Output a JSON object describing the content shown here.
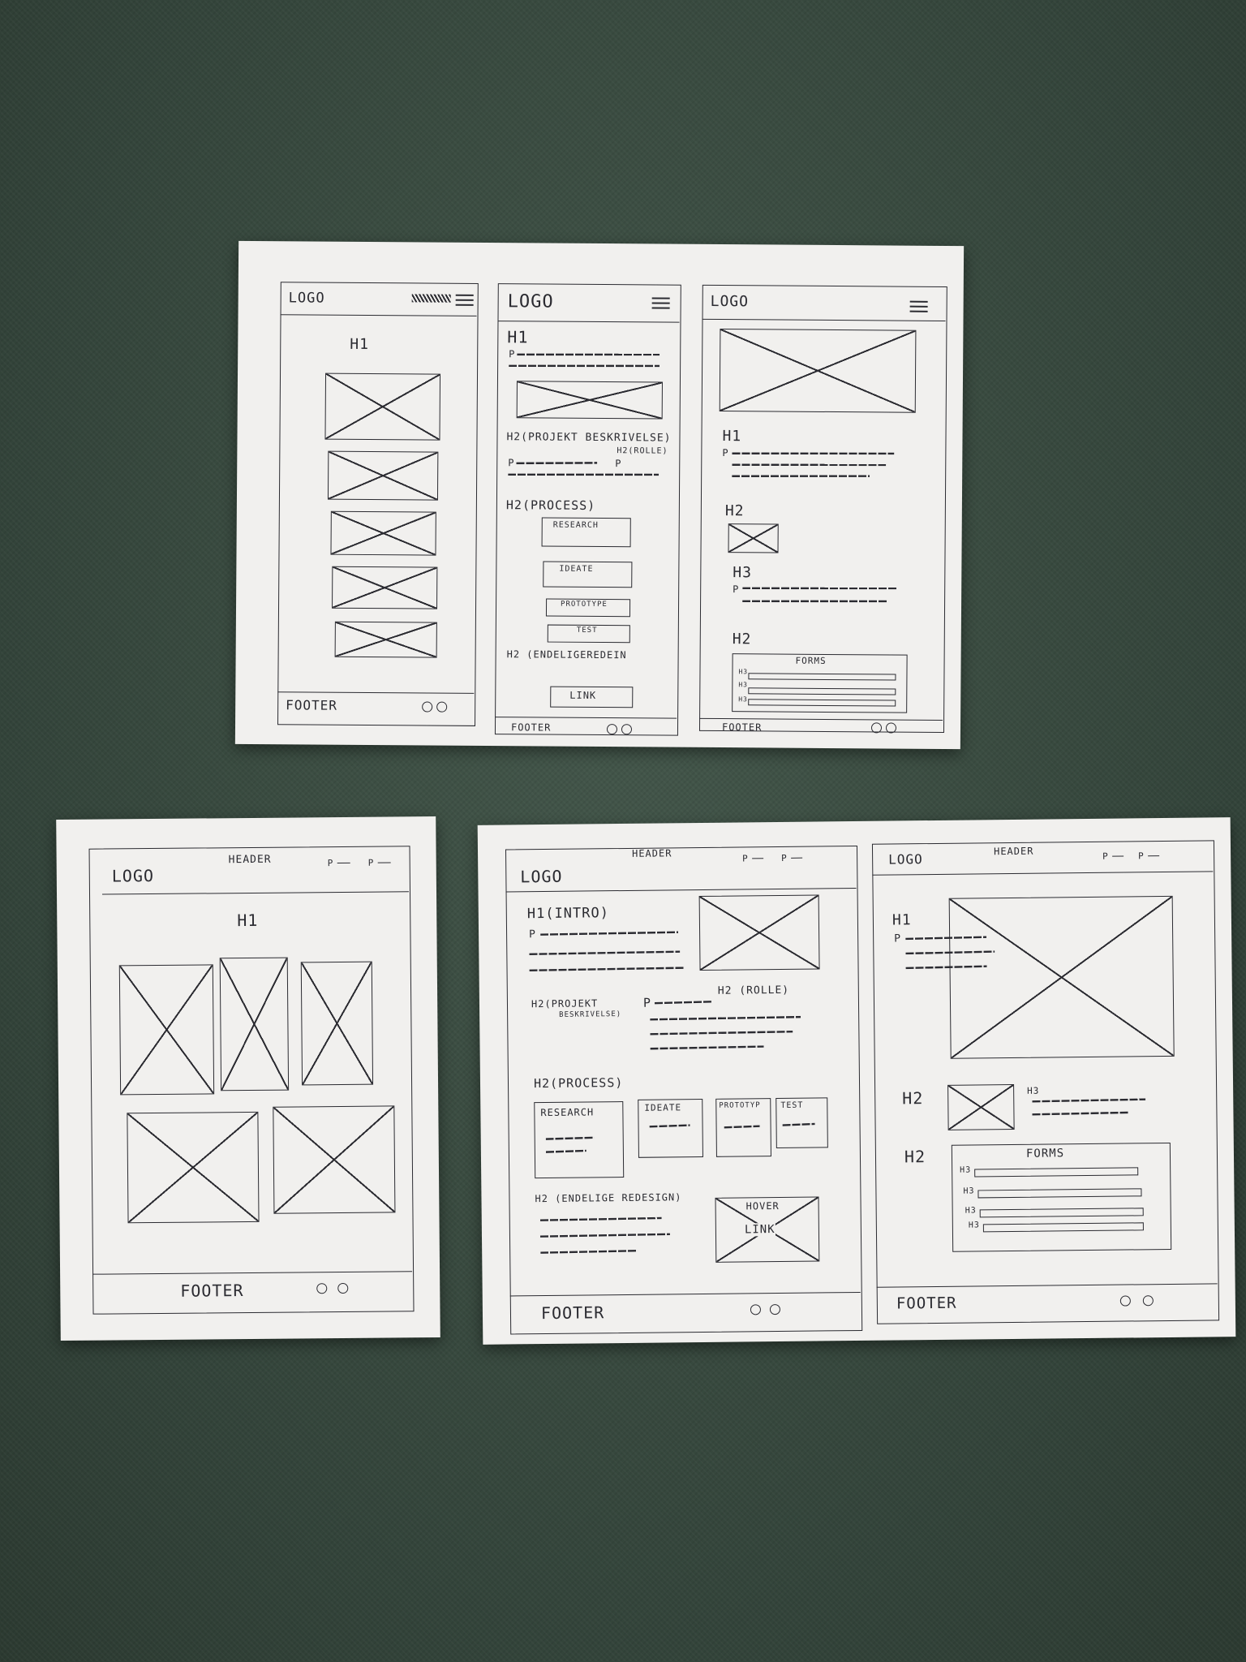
{
  "sheet_top": {
    "frame1": {
      "logo": "LOGO",
      "h1": "H1",
      "footer": "FOOTER"
    },
    "frame2": {
      "logo": "LOGO",
      "h1": "H1",
      "p": "P",
      "h2_project": "H2(PROJEKT BESKRIVELSE)",
      "h2_role": "H2(ROLLE)",
      "p2": "P",
      "h2_process": "H2(PROCESS)",
      "steps": [
        "RESEARCH",
        "IDEATE",
        "PROTOTYPE",
        "TEST"
      ],
      "h2_final": "H2 (ENDELIGEREDEIN",
      "link": "LINK",
      "footer": "FOOTER"
    },
    "frame3": {
      "logo": "LOGO",
      "h1": "H1",
      "p": "P",
      "h2a": "H2",
      "h3": "H3",
      "h2b": "H2",
      "forms": "FORMS",
      "form_h3": [
        "H3",
        "H3",
        "H3"
      ],
      "footer": "FOOTER"
    }
  },
  "sheet_left": {
    "logo": "LOGO",
    "header": "HEADER",
    "nav_p": [
      "P",
      "P"
    ],
    "h1": "H1",
    "footer": "FOOTER"
  },
  "sheet_right": {
    "frame1": {
      "header": "HEADER",
      "nav_p": [
        "P",
        "P"
      ],
      "logo": "LOGO",
      "h1_intro": "H1(INTRO)",
      "p": "P",
      "h2_project": "H2(PROJEKT",
      "h2_project_b": "BESKRIVELSE)",
      "p2": "P",
      "h2_role": "H2 (ROLLE)",
      "h2_process": "H2(PROCESS)",
      "steps": [
        "RESEARCH",
        "IDEATE",
        "PROTOTYP",
        "TEST"
      ],
      "h2_final": "H2 (ENDELIGE REDESIGN)",
      "hover": "HOVER",
      "link": "LINK",
      "footer": "FOOTER"
    },
    "frame2": {
      "logo": "LOGO",
      "header": "HEADER",
      "nav_p": [
        "P",
        "P"
      ],
      "h1": "H1",
      "p": "P",
      "h2a": "H2",
      "h3": "H3",
      "h2b": "H2",
      "forms": "FORMS",
      "form_h3": [
        "H3",
        "H3",
        "H3",
        "H3"
      ],
      "footer": "FOOTER"
    }
  }
}
